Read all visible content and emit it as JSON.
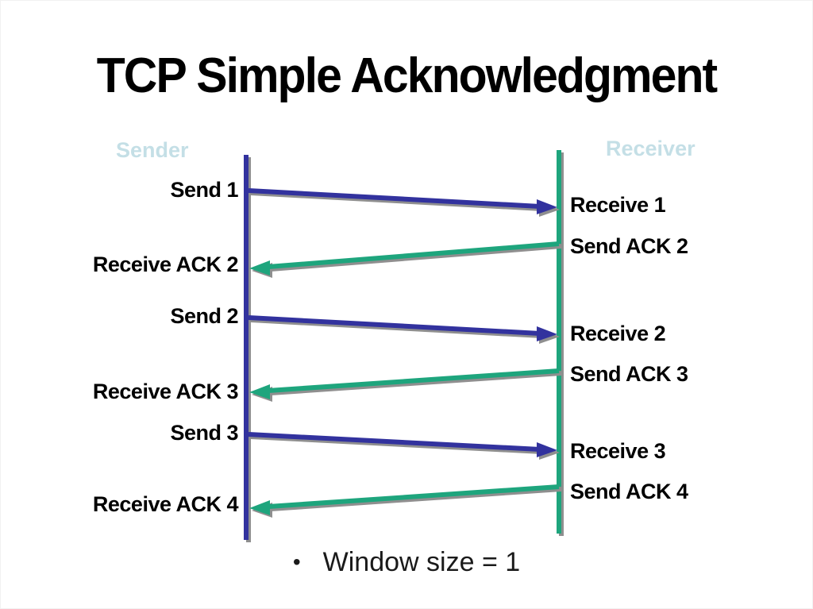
{
  "title": "TCP Simple Acknowledgment",
  "actors": {
    "sender": "Sender",
    "receiver": "Receiver"
  },
  "sender_events": [
    {
      "label": "Send 1"
    },
    {
      "label": "Receive ACK 2"
    },
    {
      "label": "Send 2"
    },
    {
      "label": "Receive ACK 3"
    },
    {
      "label": "Send 3"
    },
    {
      "label": "Receive ACK 4"
    }
  ],
  "receiver_events": [
    {
      "label": "Receive 1"
    },
    {
      "label": "Send ACK 2"
    },
    {
      "label": "Receive 2"
    },
    {
      "label": "Send ACK 3"
    },
    {
      "label": "Receive 3"
    },
    {
      "label": "Send ACK 4"
    }
  ],
  "messages": [
    {
      "name": "segment-1",
      "from": "sender",
      "to": "receiver",
      "kind": "data"
    },
    {
      "name": "ack-2",
      "from": "receiver",
      "to": "sender",
      "kind": "ack"
    },
    {
      "name": "segment-2",
      "from": "sender",
      "to": "receiver",
      "kind": "data"
    },
    {
      "name": "ack-3",
      "from": "receiver",
      "to": "sender",
      "kind": "ack"
    },
    {
      "name": "segment-3",
      "from": "sender",
      "to": "receiver",
      "kind": "data"
    },
    {
      "name": "ack-4",
      "from": "receiver",
      "to": "sender",
      "kind": "ack"
    }
  ],
  "footer": {
    "bullet": "•",
    "text": "Window size = 1"
  },
  "colors": {
    "data_segment": "#32329e",
    "ack_segment": "#1ea57d",
    "actor_label": "#c4dfe6",
    "shadow": "#8f8f8f",
    "text": "#000000",
    "background": "#ffffff"
  }
}
